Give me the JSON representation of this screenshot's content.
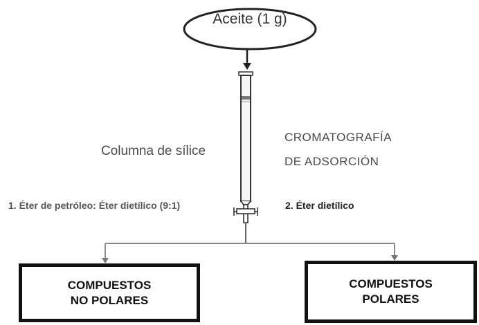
{
  "input": {
    "label": "Aceite (1 g)"
  },
  "column": {
    "label": "Columna de sílice"
  },
  "method": {
    "line1": "CROMATOGRAFÍA",
    "line2": "DE ADSORCIÓN"
  },
  "eluents": {
    "first": "1. Éter de petróleo: Éter dietílico (9:1)",
    "second": "2. Éter dietílico"
  },
  "outputs": {
    "left": {
      "line1": "COMPUESTOS",
      "line2": "NO POLARES"
    },
    "right": {
      "line1": "COMPUESTOS",
      "line2": "POLARES"
    }
  }
}
